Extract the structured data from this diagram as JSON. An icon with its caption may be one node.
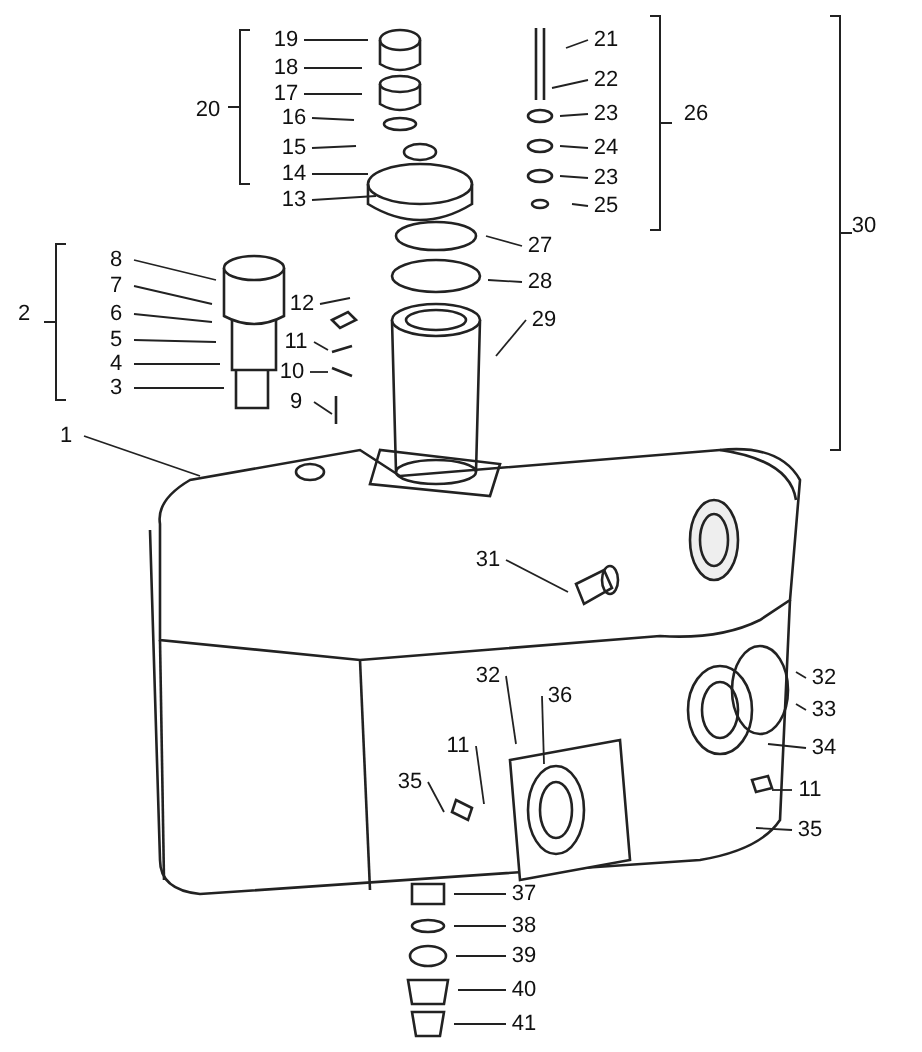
{
  "diagram": {
    "nodes": [
      {
        "text": [
          "19"
        ]
      },
      {
        "text": [
          "18"
        ]
      },
      {
        "text": [
          "17"
        ]
      },
      {
        "text": [
          "16"
        ]
      },
      {
        "text": [
          "15"
        ]
      },
      {
        "text": [
          "14"
        ]
      },
      {
        "text": [
          "13"
        ]
      },
      {
        "text": [
          "21"
        ]
      },
      {
        "text": [
          "22"
        ]
      },
      {
        "text": [
          "23"
        ]
      },
      {
        "text": [
          "24"
        ]
      },
      {
        "text": [
          "23"
        ]
      },
      {
        "text": [
          "25"
        ]
      },
      {
        "text": [
          "27"
        ]
      },
      {
        "text": [
          "28"
        ]
      },
      {
        "text": [
          "29"
        ]
      },
      {
        "text": [
          "8"
        ]
      },
      {
        "text": [
          "7"
        ]
      },
      {
        "text": [
          "6"
        ]
      },
      {
        "text": [
          "5"
        ]
      },
      {
        "text": [
          "4"
        ]
      },
      {
        "text": [
          "3"
        ]
      },
      {
        "text": [
          "12"
        ]
      },
      {
        "text": [
          "11"
        ]
      },
      {
        "text": [
          "10"
        ]
      },
      {
        "text": [
          "9"
        ]
      },
      {
        "text": [
          "1"
        ]
      },
      {
        "text": [
          "31"
        ]
      },
      {
        "text": [
          "32"
        ]
      },
      {
        "text": [
          "36"
        ]
      },
      {
        "text": [
          "11"
        ]
      },
      {
        "text": [
          "35"
        ]
      },
      {
        "text": [
          "32"
        ]
      },
      {
        "text": [
          "33"
        ]
      },
      {
        "text": [
          "34"
        ]
      },
      {
        "text": [
          "11"
        ]
      },
      {
        "text": [
          "35"
        ]
      },
      {
        "text": [
          "37"
        ]
      },
      {
        "text": [
          "38"
        ]
      },
      {
        "text": [
          "39"
        ]
      },
      {
        "text": [
          "40"
        ]
      },
      {
        "text": [
          "41"
        ]
      }
    ],
    "edges": [
      {
        "from": 0,
        "to": null,
        "arrow": "none"
      },
      {
        "from": 1,
        "to": null,
        "arrow": "none"
      },
      {
        "from": 2,
        "to": null,
        "arrow": "none"
      },
      {
        "from": 3,
        "to": null,
        "arrow": "none"
      },
      {
        "from": 4,
        "to": null,
        "arrow": "none"
      },
      {
        "from": 5,
        "to": null,
        "arrow": "none"
      },
      {
        "from": 6,
        "to": null,
        "arrow": "none"
      },
      {
        "from": 7,
        "to": null,
        "arrow": "none"
      },
      {
        "from": 8,
        "to": null,
        "arrow": "none"
      },
      {
        "from": 9,
        "to": null,
        "arrow": "none"
      },
      {
        "from": 10,
        "to": null,
        "arrow": "none"
      },
      {
        "from": 11,
        "to": null,
        "arrow": "none"
      },
      {
        "from": 12,
        "to": null,
        "arrow": "none"
      },
      {
        "from": 13,
        "to": null,
        "arrow": "none"
      },
      {
        "from": 14,
        "to": null,
        "arrow": "none"
      },
      {
        "from": 15,
        "to": null,
        "arrow": "none"
      },
      {
        "from": 16,
        "to": null,
        "arrow": "none"
      },
      {
        "from": 17,
        "to": null,
        "arrow": "none"
      },
      {
        "from": 18,
        "to": null,
        "arrow": "none"
      },
      {
        "from": 19,
        "to": null,
        "arrow": "none"
      },
      {
        "from": 20,
        "to": null,
        "arrow": "none"
      },
      {
        "from": 21,
        "to": null,
        "arrow": "none"
      },
      {
        "from": 22,
        "to": null,
        "arrow": "none"
      },
      {
        "from": 23,
        "to": null,
        "arrow": "none"
      },
      {
        "from": 24,
        "to": null,
        "arrow": "none"
      },
      {
        "from": 25,
        "to": null,
        "arrow": "none"
      },
      {
        "from": 26,
        "to": null,
        "arrow": "none"
      },
      {
        "from": 27,
        "to": null,
        "arrow": "none"
      },
      {
        "from": 28,
        "to": null,
        "arrow": "none"
      },
      {
        "from": 29,
        "to": null,
        "arrow": "none"
      },
      {
        "from": 30,
        "to": null,
        "arrow": "none"
      },
      {
        "from": 31,
        "to": null,
        "arrow": "none"
      },
      {
        "from": 32,
        "to": null,
        "arrow": "none"
      },
      {
        "from": 33,
        "to": null,
        "arrow": "none"
      },
      {
        "from": 34,
        "to": null,
        "arrow": "none"
      },
      {
        "from": 35,
        "to": null,
        "arrow": "none"
      },
      {
        "from": 36,
        "to": null,
        "arrow": "none"
      },
      {
        "from": 37,
        "to": null,
        "arrow": "none"
      },
      {
        "from": 38,
        "to": null,
        "arrow": "none"
      },
      {
        "from": 39,
        "to": null,
        "arrow": "none"
      },
      {
        "from": 40,
        "to": null,
        "arrow": "none"
      },
      {
        "from": 41,
        "to": null,
        "arrow": "none"
      }
    ],
    "labels": [
      "20",
      "26",
      "30",
      "2"
    ]
  }
}
